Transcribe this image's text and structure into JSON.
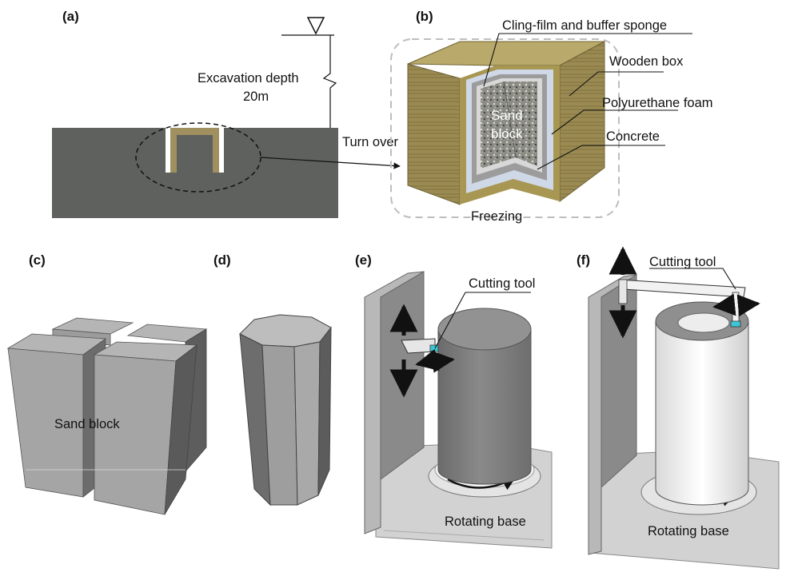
{
  "panels": {
    "a": {
      "label": "(a)",
      "excavation_label_line1": "Excavation depth",
      "excavation_label_line2": "20m",
      "turn_over": "Turn over"
    },
    "b": {
      "label": "(b)",
      "sand_block_line1": "Sand",
      "sand_block_line2": "block",
      "cling_film": "Cling-film and buffer sponge",
      "wooden_box": "Wooden box",
      "polyurethane": "Polyurethane foam",
      "concrete": "Concrete",
      "freezing": "Freezing"
    },
    "c": {
      "label": "(c)",
      "sand_block": "Sand block"
    },
    "d": {
      "label": "(d)"
    },
    "e": {
      "label": "(e)",
      "cutting_tool": "Cutting tool",
      "rotating_base": "Rotating base"
    },
    "f": {
      "label": "(f)",
      "cutting_tool": "Cutting tool",
      "rotating_base": "Rotating base"
    }
  },
  "colors": {
    "ground": "#5f615f",
    "wood": "#9f8f55",
    "foam": "#cfd8e6",
    "block_grey": "#a9a9a9",
    "cylinder_grey": "#7b7b7b",
    "hollow_white": "#f2f2f2"
  }
}
